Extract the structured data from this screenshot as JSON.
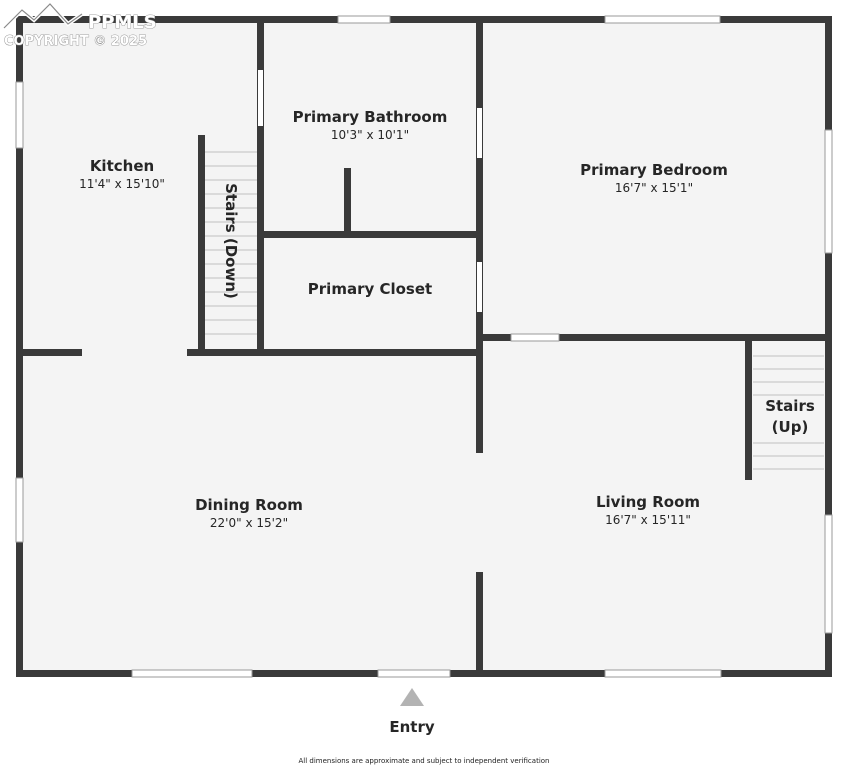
{
  "watermark": {
    "logo_text": "PPMLS",
    "copyright": "COPYRIGHT © 2025"
  },
  "rooms": {
    "kitchen": {
      "name": "Kitchen",
      "dims": "11'4\" x 15'10\""
    },
    "primary_bathroom": {
      "name": "Primary Bathroom",
      "dims": "10'3\" x 10'1\""
    },
    "primary_bedroom": {
      "name": "Primary Bedroom",
      "dims": "16'7\" x 15'1\""
    },
    "stairs_down": {
      "name": "Stairs (Down)"
    },
    "primary_closet": {
      "name": "Primary Closet"
    },
    "stairs_up": {
      "name_line1": "Stairs",
      "name_line2": "(Up)"
    },
    "dining_room": {
      "name": "Dining Room",
      "dims": "22'0\" x 15'2\""
    },
    "living_room": {
      "name": "Living Room",
      "dims": "16'7\" x 15'11\""
    }
  },
  "entry": {
    "label": "Entry"
  },
  "disclaimer": "All dimensions are approximate and subject to independent verification",
  "colors": {
    "wall": "#3a3a3a",
    "floor": "#f4f4f4",
    "window": "#ffffff",
    "stair_line": "#bfbfbf",
    "entry_arrow": "#b3b3b3"
  }
}
